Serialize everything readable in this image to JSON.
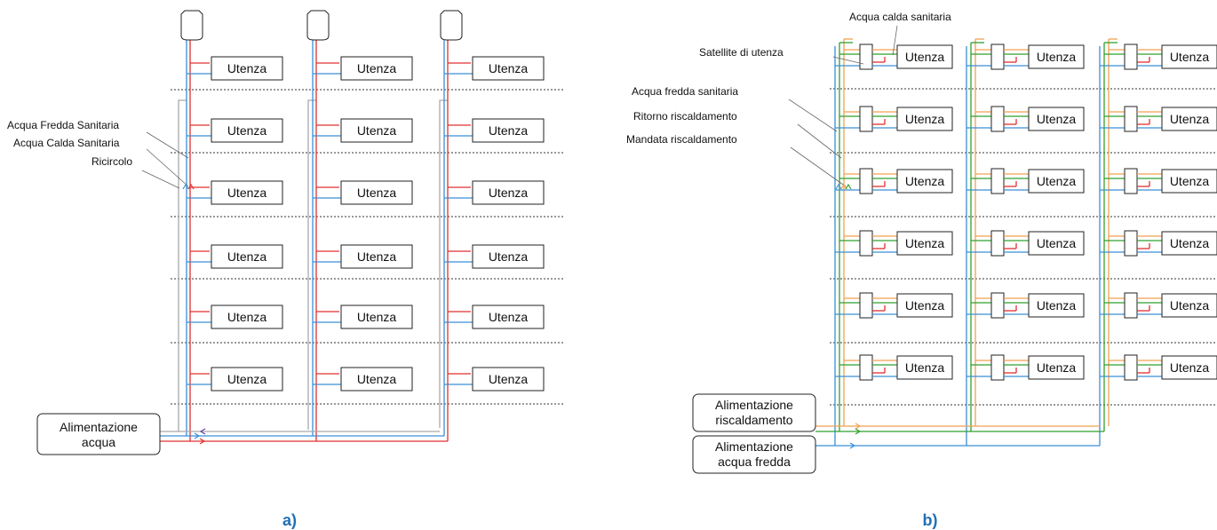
{
  "panels": [
    {
      "id": "a",
      "caption": "a)",
      "unit_label": "Utenza",
      "supply_box": [
        "Alimentazione",
        "acqua"
      ],
      "annotations": [
        "Acqua Fredda Sanitaria",
        "Acqua Calda Sanitaria",
        "Ricircolo"
      ]
    },
    {
      "id": "b",
      "caption": "b)",
      "unit_label": "Utenza",
      "heating_box": [
        "Alimentazione",
        "riscaldamento"
      ],
      "cold_box": [
        "Alimentazione",
        "acqua fredda"
      ],
      "annotations": [
        "Acqua calda sanitaria",
        "Satellite di utenza",
        "Acqua fredda sanitaria",
        "Ritorno riscaldamento",
        "Mandata riscaldamento"
      ]
    }
  ],
  "colors": {
    "cold": "#3a8fd6",
    "hot": "#e03030",
    "recirc": "#a9a9a9",
    "return": "#f0a050",
    "supply": "#2fa02f",
    "floor_line": "#333333"
  }
}
